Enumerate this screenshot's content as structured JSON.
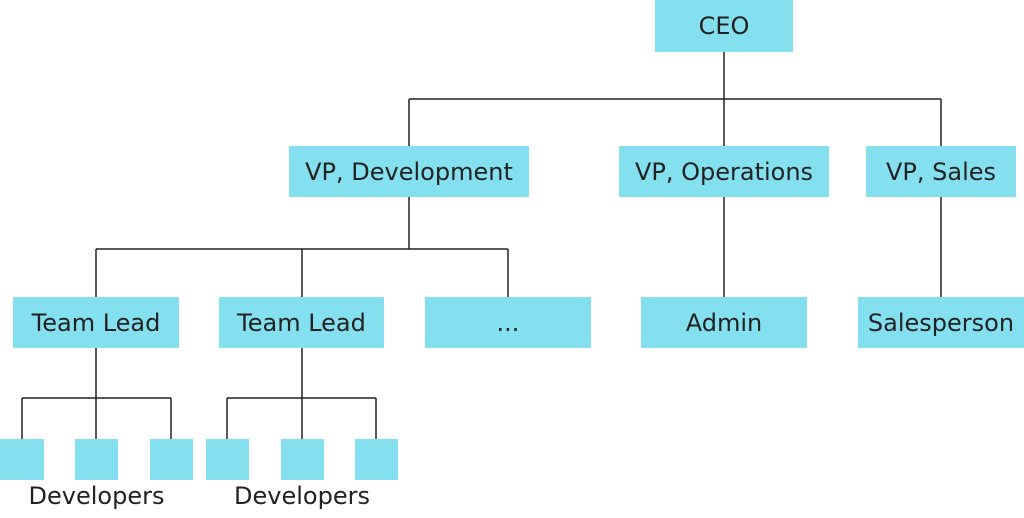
{
  "colors": {
    "box_fill": "#84e0ef",
    "text": "#222222",
    "connector": "#222222"
  },
  "org_chart": {
    "ceo": "CEO",
    "vp_development": "VP, Development",
    "vp_operations": "VP, Operations",
    "vp_sales": "VP, Sales",
    "team_lead_1": "Team Lead",
    "team_lead_2": "Team Lead",
    "more_team_leads": "...",
    "admin": "Admin",
    "salesperson": "Salesperson",
    "developers_group_1": "Developers",
    "developers_group_2": "Developers"
  }
}
